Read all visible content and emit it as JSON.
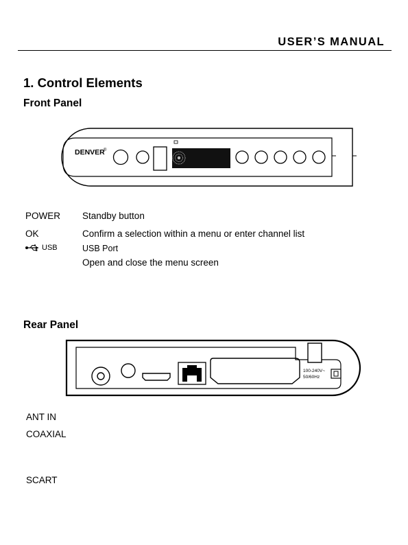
{
  "header": {
    "title": "USER’S MANUAL"
  },
  "section": {
    "title": "1. Control Elements"
  },
  "front_panel": {
    "title": "Front Panel",
    "brand": "DENVER",
    "brand_mark": "®",
    "items": [
      {
        "term": "POWER",
        "desc": "Standby button"
      },
      {
        "term": "OK",
        "desc": "Confirm a selection within a menu or enter channel list"
      },
      {
        "term": "USB",
        "icon": "usb-icon",
        "desc": "USB Port"
      },
      {
        "term": "",
        "desc": "Open and close the menu screen"
      }
    ]
  },
  "rear_panel": {
    "title": "Rear Panel",
    "power_rating_line1": "100-240V~",
    "power_rating_line2": "50/60Hz",
    "items": [
      {
        "term": "ANT IN"
      },
      {
        "term": "COAXIAL"
      },
      {
        "term": "SCART"
      }
    ]
  }
}
